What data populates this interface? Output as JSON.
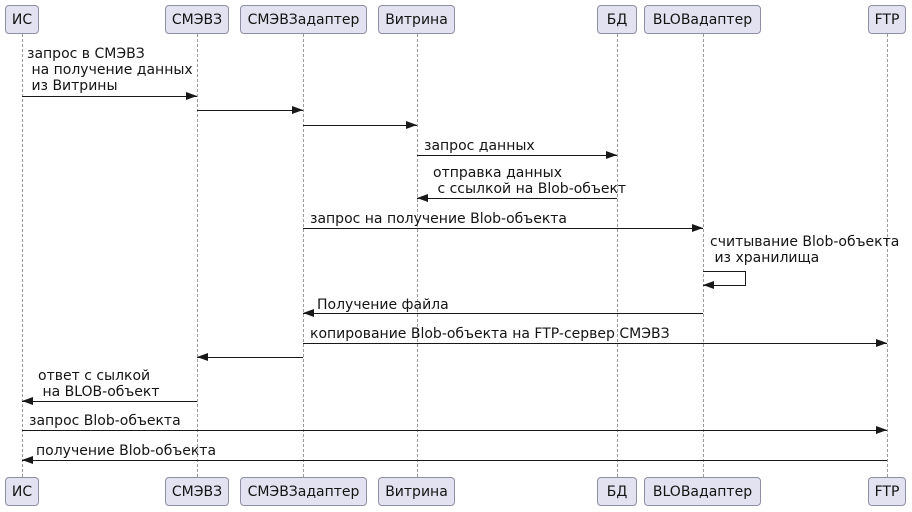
{
  "diagram": {
    "type": "uml-sequence",
    "colors": {
      "line": "#181818",
      "text": "#141414",
      "lifeline": "#9a9a9a",
      "participant_fill": "#e2e2f0",
      "participant_border": "#8f8fa3",
      "bg": "#ffffff"
    }
  },
  "participants": [
    {
      "label": "ИС"
    },
    {
      "label": "СМЭВЗ"
    },
    {
      "label": "СМЭВЗадаптер"
    },
    {
      "label": "Витрина"
    },
    {
      "label": "БД"
    },
    {
      "label": "BLOBадаптер"
    },
    {
      "label": "FTP"
    }
  ],
  "messages": [
    {
      "from": "ИС",
      "to": "СМЭВЗ",
      "label": "запрос в СМЭВЗ\n на получение данных\n из Витрины"
    },
    {
      "from": "СМЭВЗ",
      "to": "СМЭВЗадаптер",
      "label": ""
    },
    {
      "from": "СМЭВЗадаптер",
      "to": "Витрина",
      "label": ""
    },
    {
      "from": "Витрина",
      "to": "БД",
      "label": "запрос данных"
    },
    {
      "from": "БД",
      "to": "Витрина",
      "label": "отправка данных\n с ссылкой на Blob-объект"
    },
    {
      "from": "СМЭВЗадаптер",
      "to": "BLOBадаптер",
      "label": "запрос на получение Blob-объекта"
    },
    {
      "from": "BLOBадаптер",
      "to": "BLOBадаптер",
      "label": "считывание Blob-объекта\n из хранилища"
    },
    {
      "from": "BLOBадаптер",
      "to": "СМЭВЗадаптер",
      "label": "Получение файла"
    },
    {
      "from": "СМЭВЗадаптер",
      "to": "FTP",
      "label": "копирование Blob-объекта на FTP-сервер СМЭВЗ"
    },
    {
      "from": "СМЭВЗадаптер",
      "to": "СМЭВЗ",
      "label": ""
    },
    {
      "from": "СМЭВЗ",
      "to": "ИС",
      "label": "ответ с сылкой\n на BLOB-объект"
    },
    {
      "from": "ИС",
      "to": "FTP",
      "label": "запрос Blob-объекта"
    },
    {
      "from": "FTP",
      "to": "ИС",
      "label": "получение Blob-объекта"
    }
  ]
}
